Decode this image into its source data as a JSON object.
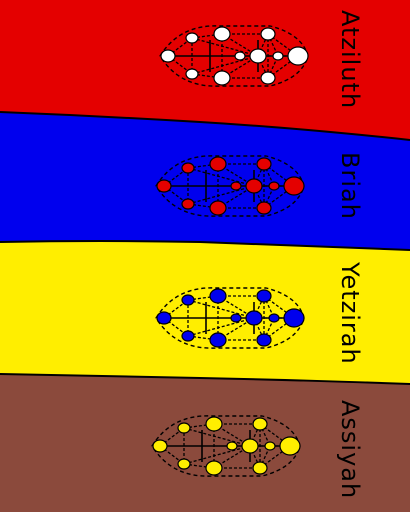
{
  "worlds": [
    {
      "label": "Atziluth",
      "band_color": "#e40000",
      "sefirot_color": "#ffffff"
    },
    {
      "label": "Briah",
      "band_color": "#0000ee",
      "sefirot_color": "#e40000"
    },
    {
      "label": "Yetzirah",
      "band_color": "#ffee00",
      "sefirot_color": "#0000ee"
    },
    {
      "label": "Assiyah",
      "band_color": "#8b4a3c",
      "sefirot_color": "#ffee00"
    }
  ],
  "outline_color": "#000000"
}
